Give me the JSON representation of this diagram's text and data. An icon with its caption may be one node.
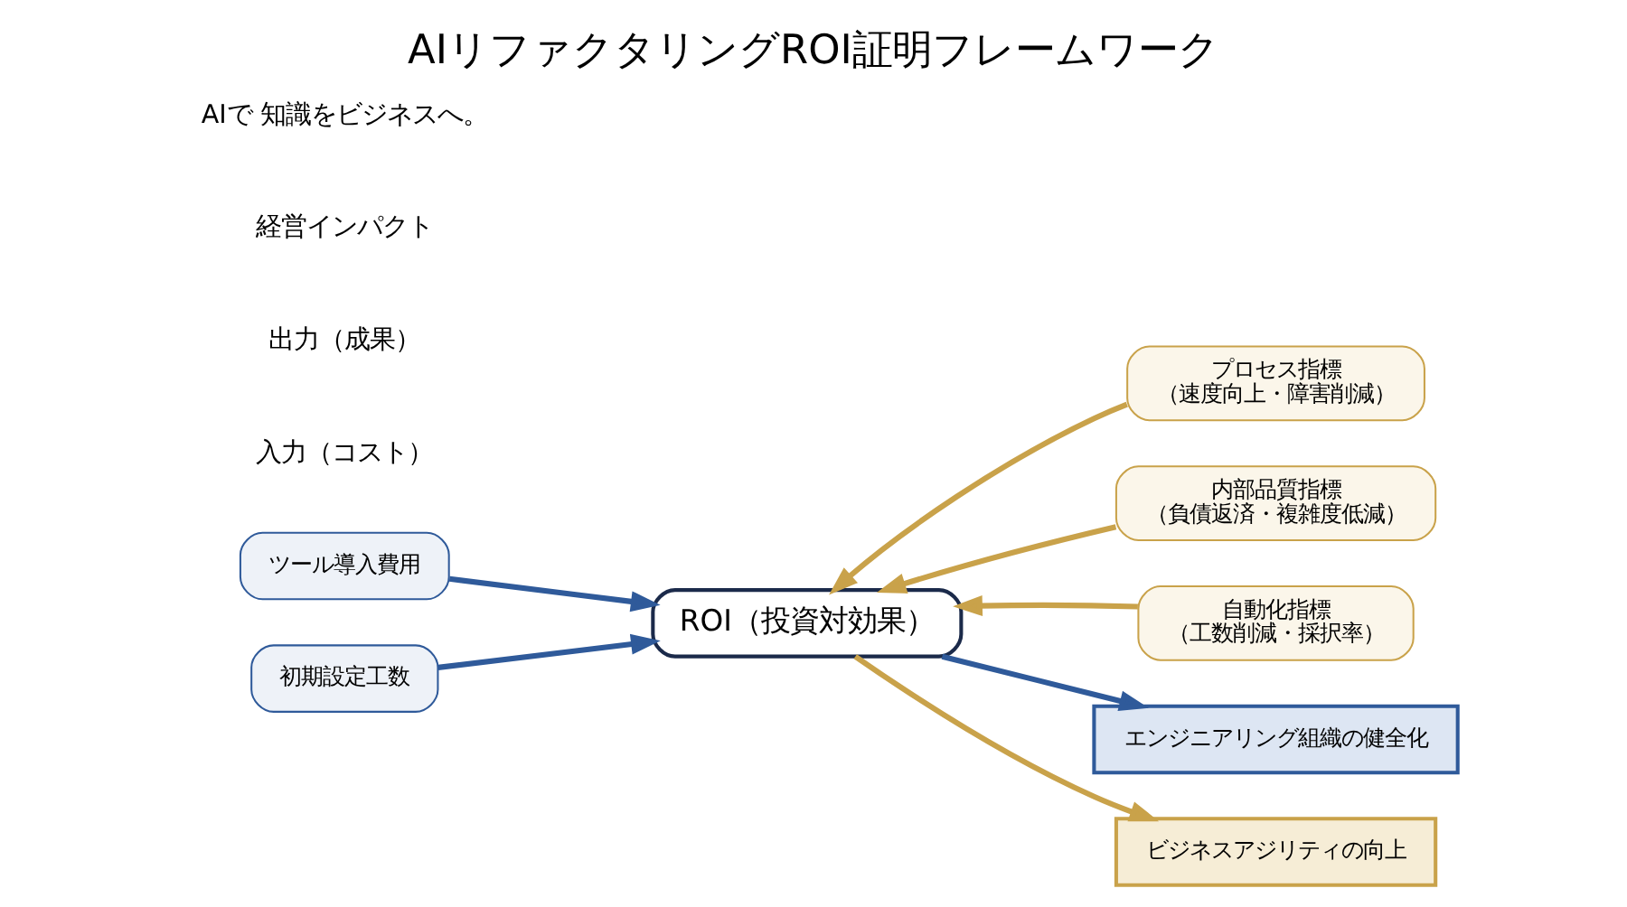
{
  "diagram": {
    "title": "AIリファクタリングROI証明フレームワーク",
    "nodes": [
      {
        "text": [
          "ツール導入費用"
        ]
      },
      {
        "text": [
          "初期設定工数"
        ]
      },
      {
        "text": [
          "ROI（投資対効果）"
        ]
      },
      {
        "text": [
          "プロセス指標",
          "（速度向上・障害削減）"
        ]
      },
      {
        "text": [
          "内部品質指標",
          "（負債返済・複雑度低減）"
        ]
      },
      {
        "text": [
          "自動化指標",
          "（工数削減・採択率）"
        ]
      },
      {
        "text": [
          "エンジニアリング組織の健全化"
        ]
      },
      {
        "text": [
          "ビジネスアジリティの向上"
        ]
      }
    ],
    "edges": [
      {
        "from": 0,
        "to": 2,
        "arrow": "to",
        "color": "#2f5a9a"
      },
      {
        "from": 1,
        "to": 2,
        "arrow": "to",
        "color": "#2f5a9a"
      },
      {
        "from": 3,
        "to": 2,
        "arrow": "to",
        "color": "#c9a24a"
      },
      {
        "from": 4,
        "to": 2,
        "arrow": "to",
        "color": "#c9a24a"
      },
      {
        "from": 5,
        "to": 2,
        "arrow": "to",
        "color": "#c9a24a"
      },
      {
        "from": 2,
        "to": 6,
        "arrow": "to",
        "color": "#2f5a9a"
      },
      {
        "from": 2,
        "to": 7,
        "arrow": "to",
        "color": "#c9a24a"
      }
    ],
    "labels": [
      "入力（コスト）",
      "出力（成果）",
      "経営インパクト",
      "AIで 知識をビジネスへ。"
    ]
  }
}
